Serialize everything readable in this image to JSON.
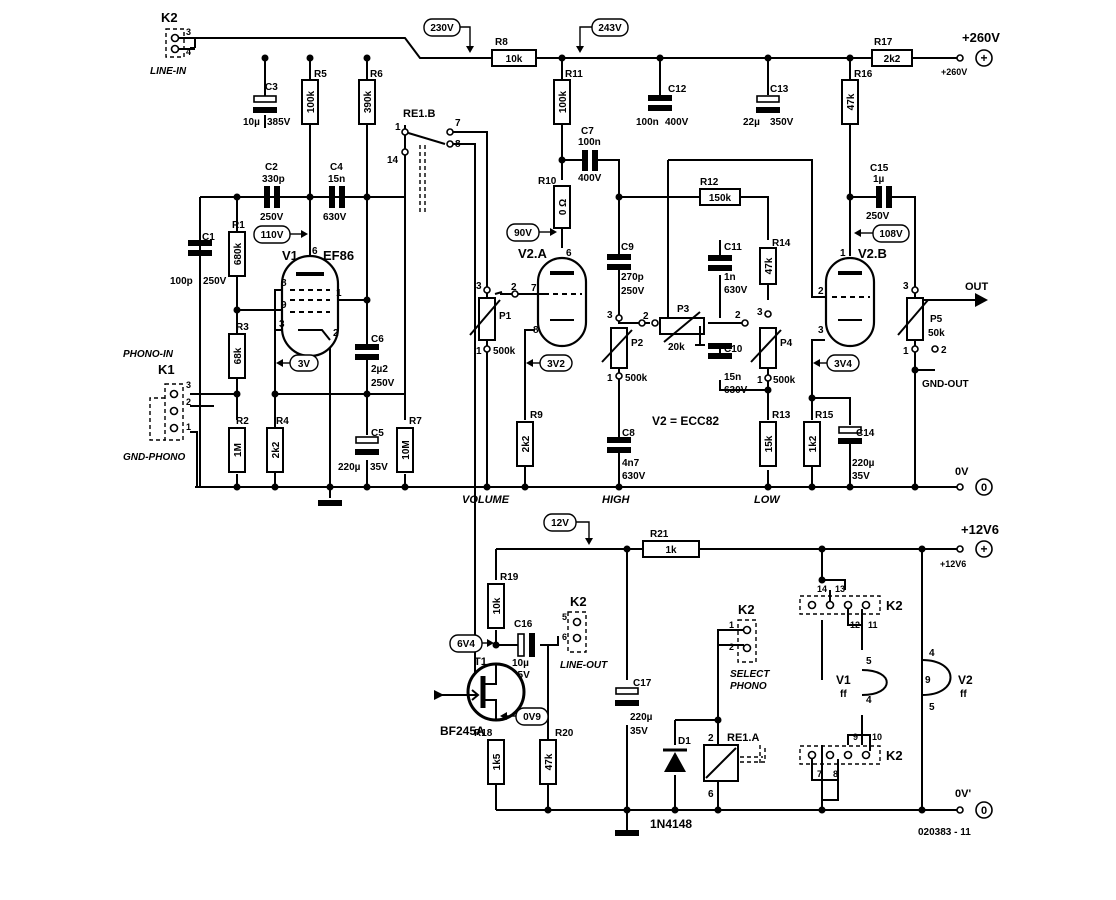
{
  "supplies": {
    "hv_plus": "+260V",
    "hv_small": "+260V",
    "lv_plus": "+12V6",
    "lv_small": "+12V6",
    "ground": "0V",
    "ground2": "0V'"
  },
  "voltages": {
    "v230": "230V",
    "v243": "243V",
    "v110": "110V",
    "v90": "90V",
    "v108": "108V",
    "v3": "3V",
    "v3v2": "3V2",
    "v3v4": "3V4",
    "v12": "12V",
    "v6v4": "6V4",
    "v0v9": "0V9"
  },
  "resistors": {
    "R1": {
      "ref": "R1",
      "value": "680k"
    },
    "R2": {
      "ref": "R2",
      "value": "1M"
    },
    "R3": {
      "ref": "R3",
      "value": "68k"
    },
    "R4": {
      "ref": "R4",
      "value": "2k2"
    },
    "R5": {
      "ref": "R5",
      "value": "100k"
    },
    "R6": {
      "ref": "R6",
      "value": "390k"
    },
    "R7": {
      "ref": "R7",
      "value": "10M"
    },
    "R8": {
      "ref": "R8",
      "value": "10k"
    },
    "R9": {
      "ref": "R9",
      "value": "2k2"
    },
    "R10": {
      "ref": "R10",
      "value": "0 Ω"
    },
    "R11": {
      "ref": "R11",
      "value": "100k"
    },
    "R12": {
      "ref": "R12",
      "value": "150k"
    },
    "R13": {
      "ref": "R13",
      "value": "15k"
    },
    "R14": {
      "ref": "R14",
      "value": "47k"
    },
    "R15": {
      "ref": "R15",
      "value": "1k2"
    },
    "R16": {
      "ref": "R16",
      "value": "47k"
    },
    "R17": {
      "ref": "R17",
      "value": "2k2"
    },
    "R18": {
      "ref": "R18",
      "value": "1k5"
    },
    "R19": {
      "ref": "R19",
      "value": "10k"
    },
    "R20": {
      "ref": "R20",
      "value": "47k"
    },
    "R21": {
      "ref": "R21",
      "value": "1k"
    }
  },
  "capacitors": {
    "C1": {
      "ref": "C1",
      "value": "100p",
      "voltage": "250V"
    },
    "C2": {
      "ref": "C2",
      "value": "330p",
      "voltage": "250V"
    },
    "C3": {
      "ref": "C3",
      "value": "10µ",
      "voltage": "385V"
    },
    "C4": {
      "ref": "C4",
      "value": "15n",
      "voltage": "630V"
    },
    "C5": {
      "ref": "C5",
      "value": "220µ",
      "voltage": "35V"
    },
    "C6": {
      "ref": "C6",
      "value": "2µ2",
      "voltage": "250V"
    },
    "C7": {
      "ref": "C7",
      "value": "100n",
      "voltage": "400V"
    },
    "C8": {
      "ref": "C8",
      "value": "4n7",
      "voltage": "630V"
    },
    "C9": {
      "ref": "C9",
      "value": "270p",
      "voltage": "250V"
    },
    "C10": {
      "ref": "C10",
      "value": "15n",
      "voltage": "630V"
    },
    "C11": {
      "ref": "C11",
      "value": "1n",
      "voltage": "630V"
    },
    "C12": {
      "ref": "C12",
      "value": "100n",
      "voltage": "400V"
    },
    "C13": {
      "ref": "C13",
      "value": "22µ",
      "voltage": "350V"
    },
    "C14": {
      "ref": "C14",
      "value": "220µ",
      "voltage": "35V"
    },
    "C15": {
      "ref": "C15",
      "value": "1µ",
      "voltage": "250V"
    },
    "C16": {
      "ref": "C16",
      "value": "10µ",
      "voltage": "35V"
    },
    "C17": {
      "ref": "C17",
      "value": "220µ",
      "voltage": "35V"
    }
  },
  "pots": {
    "P1": {
      "ref": "P1",
      "value": "500k",
      "function": "VOLUME"
    },
    "P2": {
      "ref": "P2",
      "value": "500k",
      "function": "HIGH"
    },
    "P3": {
      "ref": "P3",
      "value": "20k"
    },
    "P4": {
      "ref": "P4",
      "value": "500k",
      "function": "LOW"
    },
    "P5": {
      "ref": "P5",
      "value": "50k"
    }
  },
  "tubes": {
    "V1": {
      "ref": "V1",
      "type": "EF86"
    },
    "V2A": {
      "ref": "V2.A"
    },
    "V2B": {
      "ref": "V2.B"
    },
    "V2_note": "V2 = ECC82",
    "heater_V1": {
      "ref": "V1",
      "label": "ff"
    },
    "heater_V2": {
      "ref": "V2",
      "label": "ff"
    }
  },
  "semis": {
    "T1": {
      "ref": "T1",
      "type": "BF245A"
    },
    "D1": {
      "ref": "D1",
      "type": "1N4148"
    }
  },
  "relay": {
    "contact": "RE1.B",
    "coil": "RE1.A"
  },
  "connectors": {
    "k2": "K2",
    "k1": "K1",
    "line_in": "LINE-IN",
    "phono_in": "PHONO-IN",
    "gnd_phono": "GND-PHONO",
    "line_out": "LINE-OUT",
    "select_phono_1": "SELECT",
    "select_phono_2": "PHONO",
    "out": "OUT",
    "gnd_out": "GND-OUT"
  },
  "drawing_number": "020383 - 11"
}
